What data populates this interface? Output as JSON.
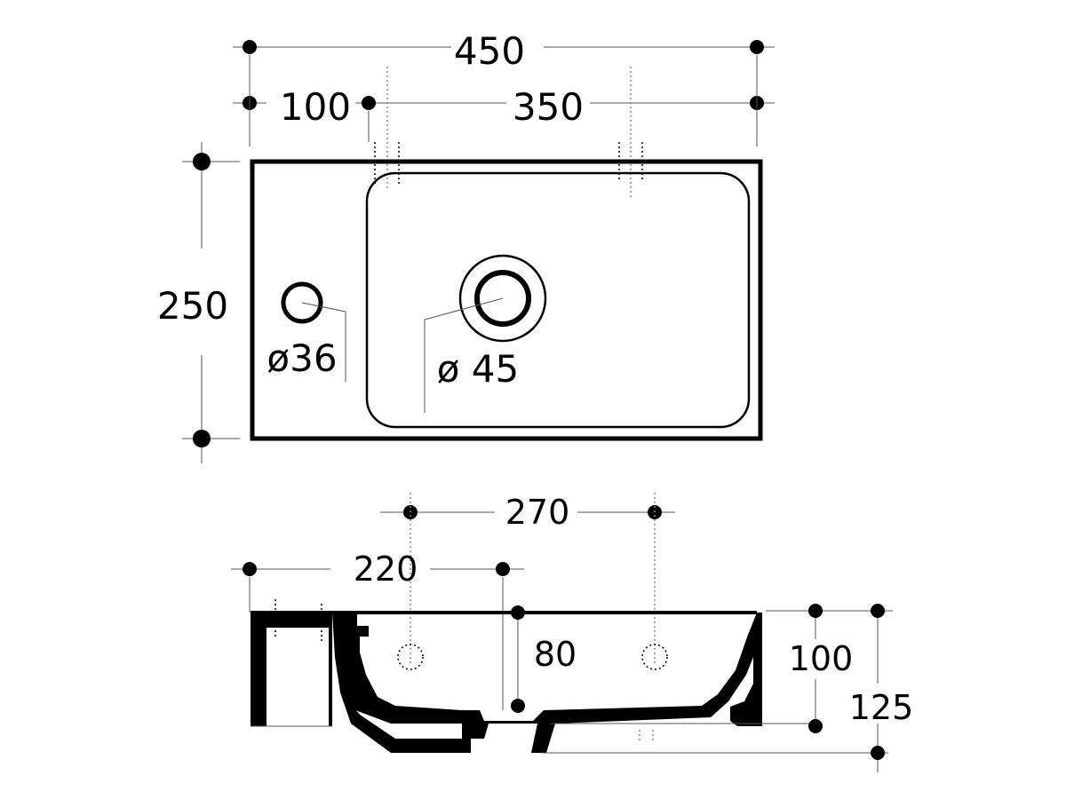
{
  "top_view": {
    "overall_width": "450",
    "tap_offset": "100",
    "tap_to_edge": "350",
    "depth": "250",
    "tap_hole_diameter": "ø36",
    "waste_diameter": "ø 45"
  },
  "side_view": {
    "span_270": "270",
    "span_220": "220",
    "bowl_depth": "80",
    "inner_height": "100",
    "overall_height": "125"
  },
  "colors": {
    "line": "#000000",
    "leader": "#555555",
    "background": "#ffffff"
  }
}
